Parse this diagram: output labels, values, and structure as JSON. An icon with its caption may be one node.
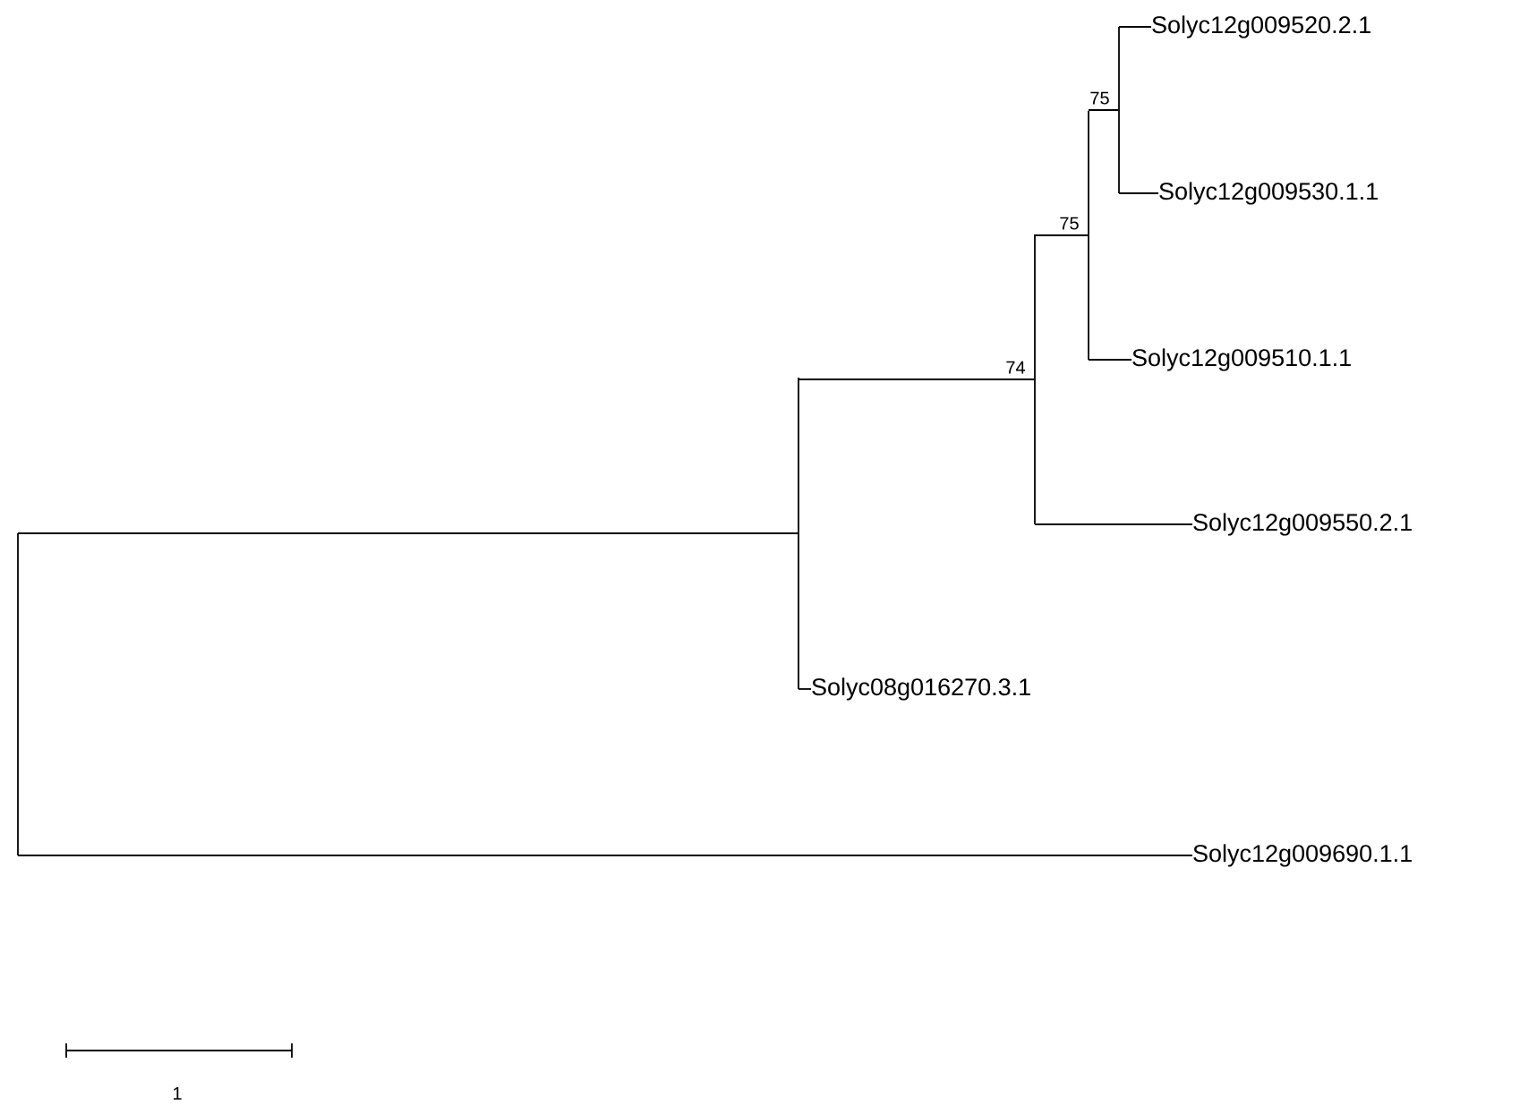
{
  "diagram": {
    "nodes": [
      {
        "text": [
          "Solyc12g009520.2.1"
        ]
      },
      {
        "text": [
          "Solyc12g009530.1.1"
        ]
      },
      {
        "text": [
          "Solyc12g009510.1.1"
        ]
      },
      {
        "text": [
          "Solyc12g009550.2.1"
        ]
      },
      {
        "text": [
          "Solyc08g016270.3.1"
        ]
      },
      {
        "text": [
          "Solyc12g009690.1.1"
        ]
      },
      {
        "text": [],
        "shape": "bar"
      },
      {
        "text": [],
        "shape": "bar"
      },
      {
        "text": [],
        "shape": "bar",
        "beside": [
          "74"
        ]
      },
      {
        "text": [],
        "shape": "bar",
        "beside": [
          "75"
        ]
      },
      {
        "text": [],
        "shape": "bar",
        "beside": [
          "75"
        ]
      }
    ],
    "edges": [
      {
        "from": 6,
        "to": 7,
        "arrow": "none"
      },
      {
        "from": 6,
        "to": 5,
        "arrow": "none"
      },
      {
        "from": 7,
        "to": 8,
        "arrow": "none"
      },
      {
        "from": 7,
        "to": 4,
        "arrow": "none"
      },
      {
        "from": 8,
        "to": 9,
        "arrow": "none"
      },
      {
        "from": 8,
        "to": 3,
        "arrow": "none"
      },
      {
        "from": 9,
        "to": 10,
        "arrow": "none"
      },
      {
        "from": 9,
        "to": 2,
        "arrow": "none"
      },
      {
        "from": 10,
        "to": 0,
        "arrow": "none"
      },
      {
        "from": 10,
        "to": 1,
        "arrow": "none"
      }
    ],
    "labels": [
      "1"
    ]
  }
}
